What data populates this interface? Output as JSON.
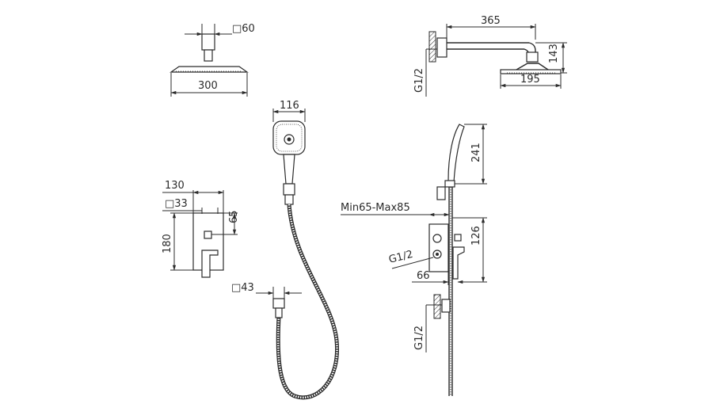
{
  "dimensions": {
    "head_flange": "□60",
    "head_width": "300",
    "arm_length": "365",
    "arm_drop": "143",
    "head_offset": "195",
    "arm_thread": "G1/2",
    "handshower_width": "116",
    "handshower_height": "241",
    "valve_width": "130",
    "valve_handle": "□33",
    "valve_upper": "65",
    "valve_height": "180",
    "valve_depth": "Min65-Max85",
    "valve_outlet": "126",
    "valve_thread": "G1/2",
    "valve_projection": "66",
    "outlet_elbow": "□43",
    "elbow_thread": "G1/2"
  }
}
